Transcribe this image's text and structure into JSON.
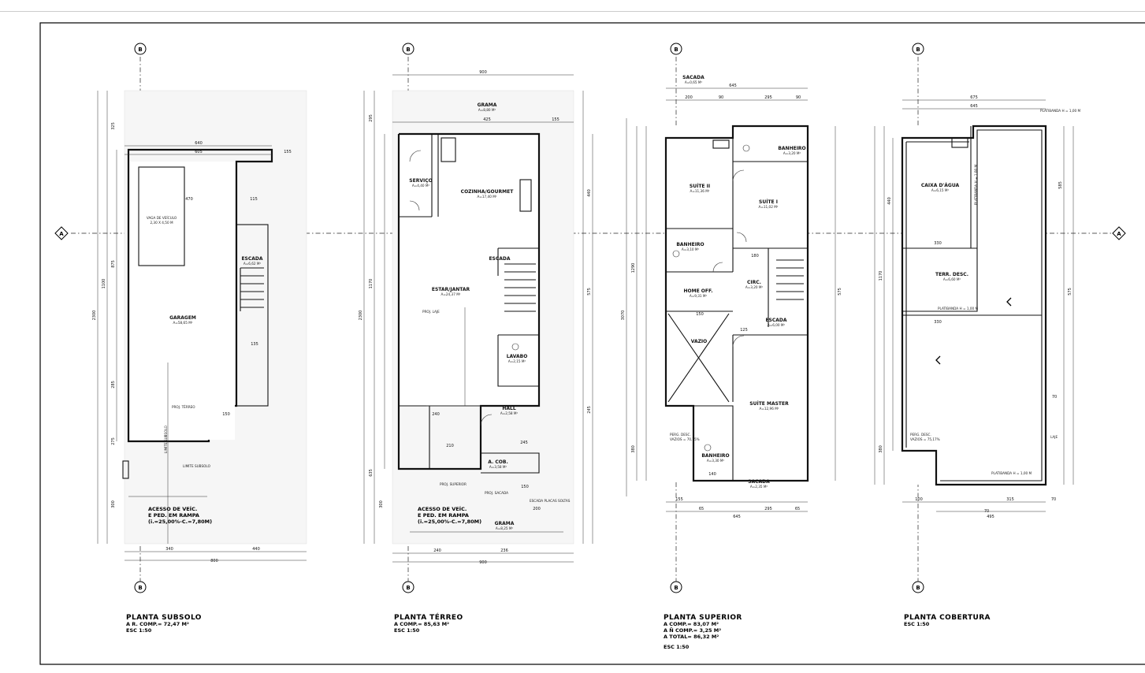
{
  "sheet": {
    "axis_labels": {
      "a": "A",
      "b": "B"
    }
  },
  "plans": [
    {
      "id": "subsolo",
      "title": "PLANTA SUBSOLO",
      "details": [
        "A R. COMP.= 72,47 M²",
        "ESC 1:50"
      ],
      "rooms": [
        {
          "name": "GARAGEM",
          "area": "A=58,65 M²"
        },
        {
          "name": "ESCADA",
          "area": "A=6,62 M²"
        },
        {
          "name": "VAGA DE VEÍCULO",
          "area": "2,30 X 4,50 M"
        }
      ],
      "notes": [
        "ACESSO DE VEÍC.",
        "E PED. EM RAMPA",
        "(i.=25,00%-C.=7,80M)",
        "PROJ. TÉRREO",
        "LIMITE SUBSOLO",
        "LIMITE SUBSOLO"
      ],
      "dims": {
        "top": "640",
        "top2": "605",
        "top3": "155",
        "bottom1": "340",
        "bottom2": "440",
        "bottom_total": "800",
        "left_total": "2300",
        "w1": "470",
        "w2": "115",
        "w3": "150",
        "w4": "135",
        "l1": "325",
        "l2": "875",
        "l3": "1100",
        "l4": "285",
        "l5": "275",
        "l6": "300"
      }
    },
    {
      "id": "terreo",
      "title": "PLANTA TÉRREO",
      "details": [
        "A COMP.= 85,63 M²",
        "ESC 1:50"
      ],
      "rooms": [
        {
          "name": "GRAMA",
          "area": "A=8,80 M²"
        },
        {
          "name": "SERVIÇO",
          "area": "A=4,40 M²"
        },
        {
          "name": "COZINHA/GOURMET",
          "area": "A=17,40 M²"
        },
        {
          "name": "ESCADA",
          "area": ""
        },
        {
          "name": "ESTAR/JANTAR",
          "area": "A=24,37 M²"
        },
        {
          "name": "LAVABO",
          "area": "A=2,15 M²"
        },
        {
          "name": "HALL",
          "area": "A=2,58 M²"
        },
        {
          "name": "A. COB.",
          "area": "A=3,58 M²"
        },
        {
          "name": "GRAMA",
          "area": "A=8,25 M²"
        }
      ],
      "notes": [
        "ACESSO DE VEÍC.",
        "E PED. EM RAMPA",
        "(i.=25,00%-C.=7,80M)",
        "PROJ. LAJE",
        "PROJ. SUPERIOR",
        "PROJ. SACADA",
        "ESCADA PLACAS SOLTAS"
      ],
      "dims": {
        "top": "900",
        "top2": "425",
        "top3": "155",
        "bottom1": "240",
        "bottom2": "236",
        "bottom3": "245",
        "bottom_total": "900",
        "left_total": "2300",
        "l1": "295",
        "l2": "1170",
        "l3": "635",
        "l4": "300",
        "r1": "440",
        "r2": "575",
        "r3": "245",
        "w1": "240",
        "w2": "210",
        "w3": "150",
        "w4": "200"
      }
    },
    {
      "id": "superior",
      "title": "PLANTA SUPERIOR",
      "details": [
        "A COMP.= 83,07 M²",
        "A Ñ COMP.= 3,25 M²",
        "A TOTAL= 86,32 M²",
        "ESC 1:50"
      ],
      "rooms": [
        {
          "name": "SACADA",
          "area": "A=0,65 M²"
        },
        {
          "name": "BANHEIRO",
          "area": "A=3,20 M²"
        },
        {
          "name": "SUÍTE II",
          "area": "A=11,36 M²"
        },
        {
          "name": "SUÍTE I",
          "area": "A=11,02 M²"
        },
        {
          "name": "BANHEIRO",
          "area": "A=3,10 M²"
        },
        {
          "name": "CIRC.",
          "area": "A=3,20 M²"
        },
        {
          "name": "HOME OFF.",
          "area": "A=9,31 M²"
        },
        {
          "name": "ESCADA",
          "area": "A=6,00 M²"
        },
        {
          "name": "VAZIO",
          "area": ""
        },
        {
          "name": "SUÍTE MASTER",
          "area": "A=12,96 M²"
        },
        {
          "name": "BANHEIRO",
          "area": "A=3,30 M²"
        },
        {
          "name": "SACADA",
          "area": "A=2,35 M²"
        }
      ],
      "notes": [
        "PERG. DESC.",
        "VAZIOS = 70,75%"
      ],
      "dims": {
        "top": "645",
        "t1": "200",
        "t2": "90",
        "t3": "295",
        "t4": "90",
        "bottom1": "155",
        "bottom2": "65",
        "bottom3": "295",
        "bottom4": "65",
        "bottom_total": "645",
        "left_total": "3070",
        "l1": "1290",
        "l2": "380",
        "r1": "575",
        "w1": "180",
        "w2": "125",
        "w3": "150",
        "w4": "140"
      }
    },
    {
      "id": "cobertura",
      "title": "PLANTA COBERTURA",
      "details": [
        "ESC 1:50"
      ],
      "rooms": [
        {
          "name": "CAIXA D'ÁGUA",
          "area": "A=6,15 M²"
        },
        {
          "name": "TERR. DESC.",
          "area": "A=6,60 M²"
        }
      ],
      "notes": [
        "PERG. DESC.",
        "VAZIOS = 75,17%",
        "PLATIBANDA H = 1,00 M",
        "PLATIBANDA H = 1,00 M",
        "PLATIBANDA H = 1,00 M",
        "PLATIBANDA H = 1,00 M",
        "LAJE"
      ],
      "dims": {
        "top": "675",
        "top2": "645",
        "t1": "330",
        "t2": "330",
        "bottom1": "100",
        "bottom2": "315",
        "bottom3": "70",
        "bottom_total": "495",
        "left_total": "1170",
        "l1": "440",
        "l2": "380",
        "r1": "585",
        "r2": "575",
        "r3": "70",
        "w1": "70"
      }
    }
  ]
}
